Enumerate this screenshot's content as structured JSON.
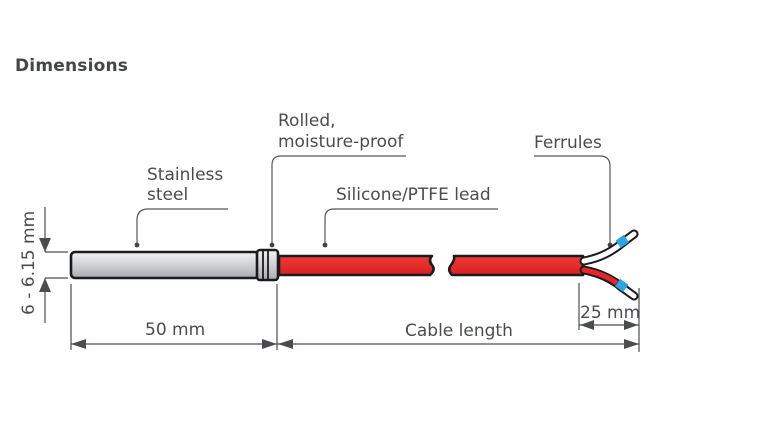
{
  "section_title": "Dimensions",
  "labels": {
    "stainless_steel_line1": "Stainless",
    "stainless_steel_line2": "steel",
    "rolled_line1": "Rolled,",
    "rolled_line2": "moisture-proof",
    "lead": "Silicone/PTFE lead",
    "ferrules": "Ferrules"
  },
  "dimensions": {
    "diameter": "6 - 6.15 mm",
    "sleeve_length": "50 mm",
    "cable_length": "Cable length",
    "stripped_length": "25 mm"
  },
  "colors": {
    "steel": "#c8c9cb",
    "lead": "#e3262a",
    "ferrule": "#2aa5e6",
    "outline": "#1b1b1b",
    "text": "#4a4c50"
  }
}
